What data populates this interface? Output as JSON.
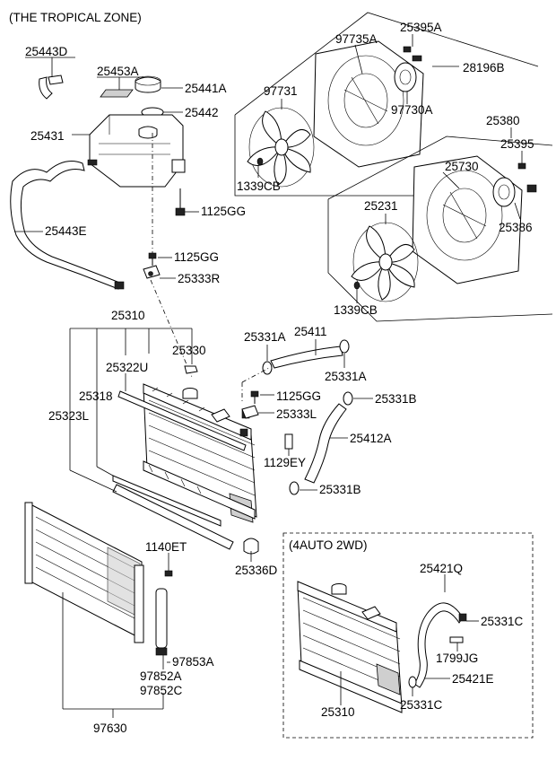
{
  "header": {
    "tropical_zone": "(THE TROPICAL ZONE)",
    "inset_4auto": "(4AUTO 2WD)"
  },
  "labels": {
    "p25443D": "25443D",
    "p25453A": "25453A",
    "p25441A": "25441A",
    "p25442": "25442",
    "p25431": "25431",
    "p1125GG_a": "1125GG",
    "p25443E": "25443E",
    "p1125GG_b": "1125GG",
    "p25333R": "25333R",
    "p25310": "25310",
    "p25330": "25330",
    "p25322U": "25322U",
    "p25318": "25318",
    "p25323L": "25323L",
    "p25331A_a": "25331A",
    "p25411": "25411",
    "p25331A_b": "25331A",
    "p1125GG_c": "1125GG",
    "p25331B_a": "25331B",
    "p25333L": "25333L",
    "p25412A": "25412A",
    "p1129EY": "1129EY",
    "p25331B_b": "25331B",
    "p25336D": "25336D",
    "p1140ET": "1140ET",
    "p97853A": "97853A",
    "p97852A": "97852A",
    "p97852C": "97852C",
    "p97630": "97630",
    "p25395A": "25395A",
    "p97735A": "97735A",
    "p28196B": "28196B",
    "p97731": "97731",
    "p97730A": "97730A",
    "p1339CB_a": "1339CB",
    "p25380": "25380",
    "p25395": "25395",
    "p25730": "25730",
    "p25231": "25231",
    "p25386": "25386",
    "p1339CB_b": "1339CB",
    "p25421Q": "25421Q",
    "p25331C_a": "25331C",
    "p1799JG": "1799JG",
    "p25421E": "25421E",
    "p25331C_b": "25331C",
    "p25310_b": "25310"
  }
}
